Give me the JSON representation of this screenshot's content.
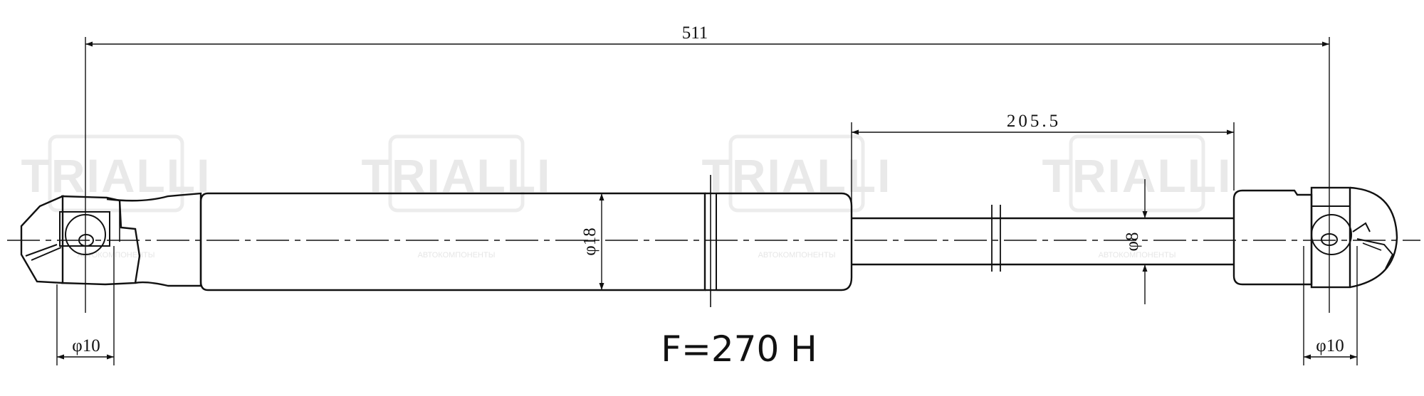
{
  "watermark": {
    "brand": "TRIALLI",
    "subtitle": "АВТОКОМПОНЕНТЫ"
  },
  "dimensions": {
    "overall_length": "511",
    "stroke": "205.5",
    "body_diameter": "φ18",
    "rod_diameter": "φ8",
    "left_eye_diameter": "φ10",
    "right_eye_diameter": "φ10"
  },
  "force_label": "F=270 H",
  "colors": {
    "line": "#111111",
    "watermark": "#e9e9e9",
    "background": "#ffffff"
  }
}
